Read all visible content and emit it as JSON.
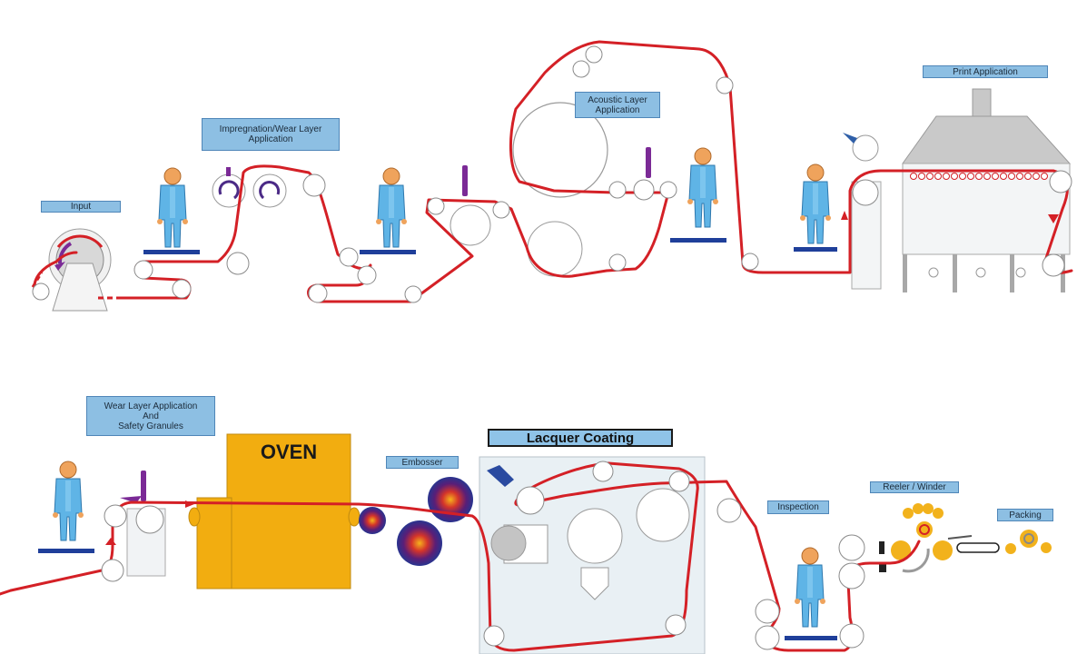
{
  "diagram": {
    "labels": {
      "input": "Input",
      "impregnation_line1": "Impregnation/Wear Layer",
      "impregnation_line2": "Application",
      "acoustic_line1": "Acoustic Layer",
      "acoustic_line2": "Application",
      "print": "Print Application",
      "wear_line1": "Wear Layer Application",
      "wear_line2": "And",
      "wear_line3": "Safety Granules",
      "oven": "OVEN",
      "embosser": "Embosser",
      "lacquer": "Lacquer Coating",
      "inspection": "Inspection",
      "reeler": "Reeler / Winder",
      "packing": "Packing"
    },
    "colors": {
      "web_line": "#d42026",
      "label_fill": "#8dbfe3",
      "label_border": "#4f86b8",
      "oven": "#f2ad10",
      "operator_body": "#5fb4e6",
      "operator_head": "#efa35c",
      "platform": "#1f3f9a",
      "applicator": "#7b2a96",
      "roller_yellow": "#f2b21c",
      "machine_panel": "#e9f0f4"
    },
    "icons": [
      "operator-icon",
      "roller-icon",
      "applicator-icon",
      "embosser-roll-icon",
      "direction-arrow-icon",
      "hood-icon"
    ]
  }
}
